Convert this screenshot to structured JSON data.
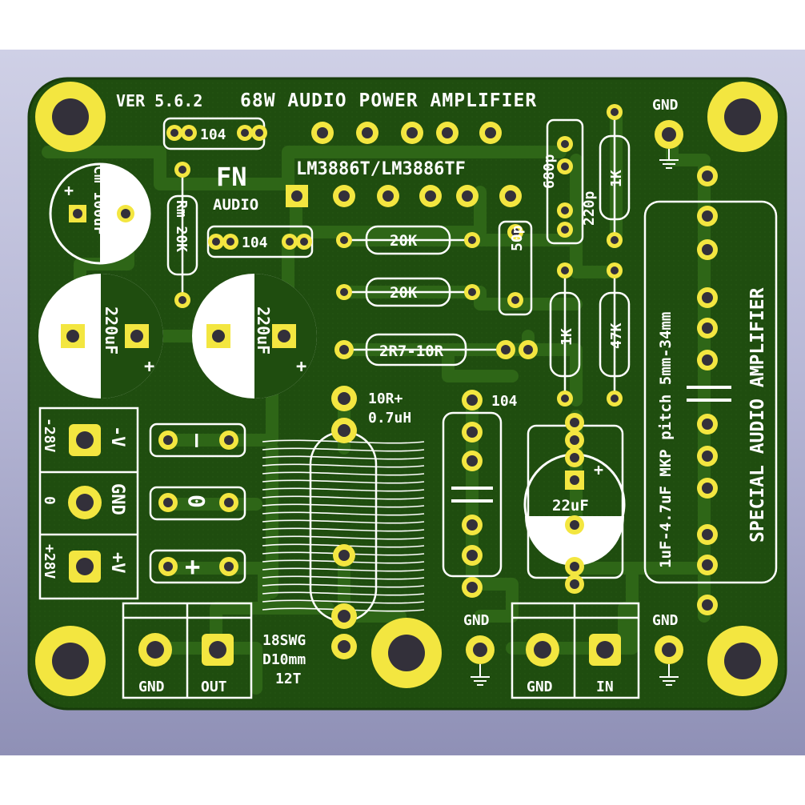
{
  "board": {
    "title": "68W AUDIO POWER AMPLIFIER",
    "version": "VER 5.6.2",
    "chip": "LM3886T/LM3886TF",
    "brand": "FN",
    "brand_sub": "AUDIO",
    "side_title": "SPECIAL AUDIO AMPLIFIER",
    "side_caption": "1uF-4.7uF MKP pitch 5mm-34mm",
    "colors": {
      "substrate": "#1f4d0f",
      "copper": "#2d6016",
      "pad": "#f3e640",
      "hole": "#33303a",
      "silk": "#ffffff"
    }
  },
  "labels": {
    "cap_104_top": "104",
    "cap_104_mid": "104",
    "cap_104_right": "104",
    "cm_cap": "Cm 100uF",
    "rm": "Rm 20K",
    "cap_220_left": "220uF",
    "cap_220_right": "220uF",
    "plus": "+",
    "r_20k_a": "20K",
    "r_20k_b": "20K",
    "r_2r7": "2R7-10R",
    "cap_50p": "50p",
    "cap_680p": "680p",
    "cap_220p": "220p",
    "r_1k_top": "1K",
    "r_1k_mid": "1K",
    "r_47k": "47K",
    "inductor_a": "10R+",
    "inductor_b": "0.7uH",
    "cap_22uf": "22uF",
    "coil_a": "18SWG",
    "coil_b": "D10mm",
    "coil_c": "12T",
    "pwr_minus_v": "-V",
    "pwr_minus_28": "-28V",
    "pwr_gnd": "GND",
    "pwr_zero": "0",
    "pwr_plus_v": "+V",
    "pwr_plus_28": "+28V",
    "sym_minus": "—",
    "sym_zero": "0",
    "sym_plus": "+",
    "gnd_top": "GND",
    "gnd_mid": "GND",
    "gnd_right": "GND",
    "term_gnd_out": "GND",
    "term_out": "OUT",
    "term_gnd_in": "GND",
    "term_in": "IN"
  }
}
